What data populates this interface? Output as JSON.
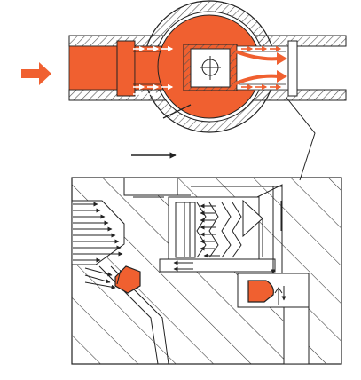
{
  "diagram": {
    "type": "valve-seat-cross-section",
    "colors": {
      "fluid": "#f06030",
      "line": "#222222",
      "hatch": "#666666",
      "background": "#ffffff"
    },
    "parts": [
      "inlet-flow-arrow",
      "pipe-body",
      "valve-ball",
      "ball-stem-bore",
      "upstream-seat-ring",
      "downstream-seat-ring",
      "valve-body-section",
      "seat-seal",
      "stem-seal",
      "spring-stack",
      "pressure-arrows",
      "flow-direction-arrow",
      "leader-line"
    ]
  }
}
